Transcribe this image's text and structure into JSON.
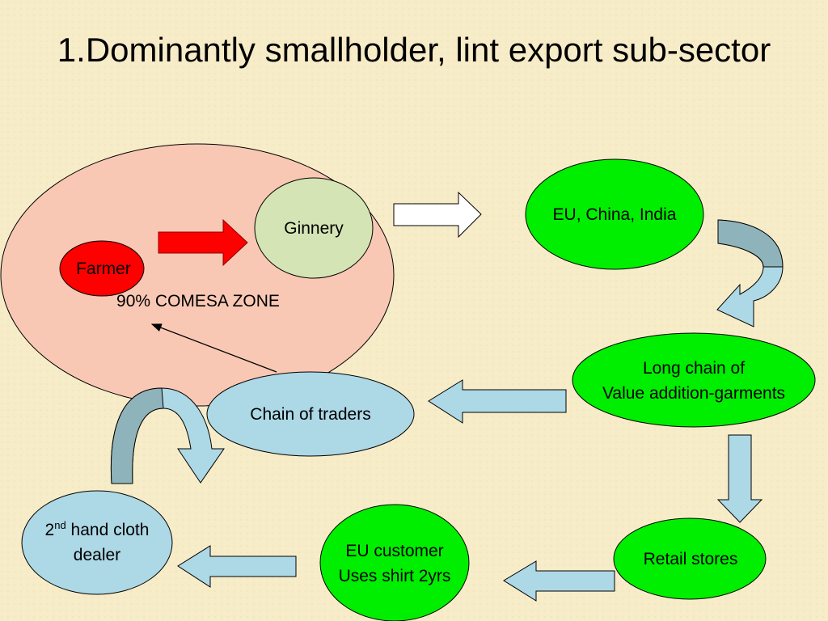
{
  "slide": {
    "title": "1.Dominantly smallholder, lint export sub-sector"
  },
  "nodes": {
    "zone_label": "90% COMESA ZONE",
    "farmer": "Farmer",
    "ginnery": "Ginnery",
    "eu_china_india": "EU, China, India",
    "long_chain_line1": "Long chain of",
    "long_chain_line2": "Value addition-garments",
    "chain_of_traders": "Chain of traders",
    "retail_stores": "Retail stores",
    "eu_customer_line1": "EU customer",
    "eu_customer_line2": "Uses shirt 2yrs",
    "second_hand_number": "2",
    "second_hand_sup": "nd",
    "second_hand_rest": " hand cloth",
    "second_hand_line2": "dealer"
  },
  "colors": {
    "background": "#f7ecc8",
    "zone_fill": "#f9c8b4",
    "farmer_fill": "#ff0000",
    "ginnery_fill": "#d4e4b4",
    "green_fill": "#00ee00",
    "light_blue_fill": "#add8e6",
    "red_arrow": "#ff0000",
    "curved_arrow": "#8fb3bb"
  }
}
